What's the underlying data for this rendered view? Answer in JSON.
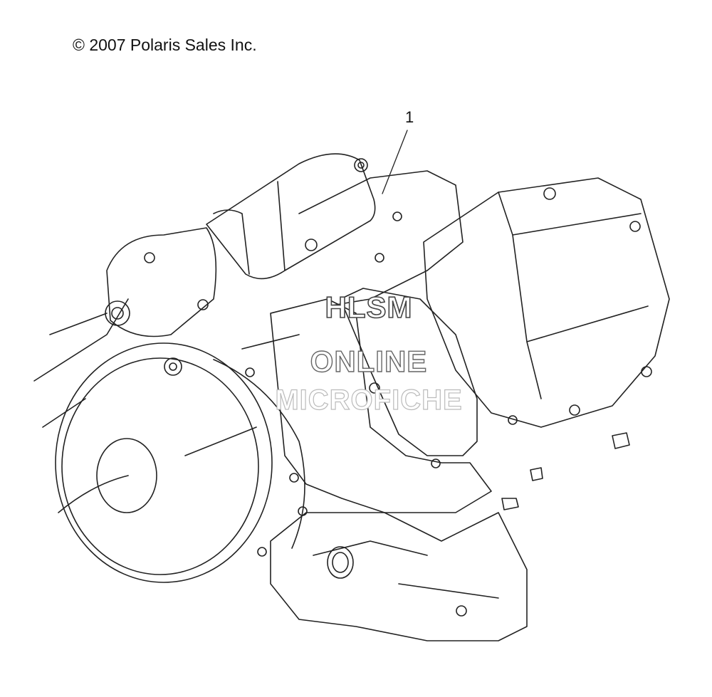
{
  "copyright": "© 2007 Polaris Sales Inc.",
  "callouts": [
    {
      "label": "1"
    }
  ],
  "watermark": {
    "line1": "HLSM",
    "line2": "ONLINE",
    "line3": "MICROFICHE"
  },
  "colors": {
    "line": "#222222",
    "background": "#ffffff",
    "watermark_stroke": "#555555"
  }
}
